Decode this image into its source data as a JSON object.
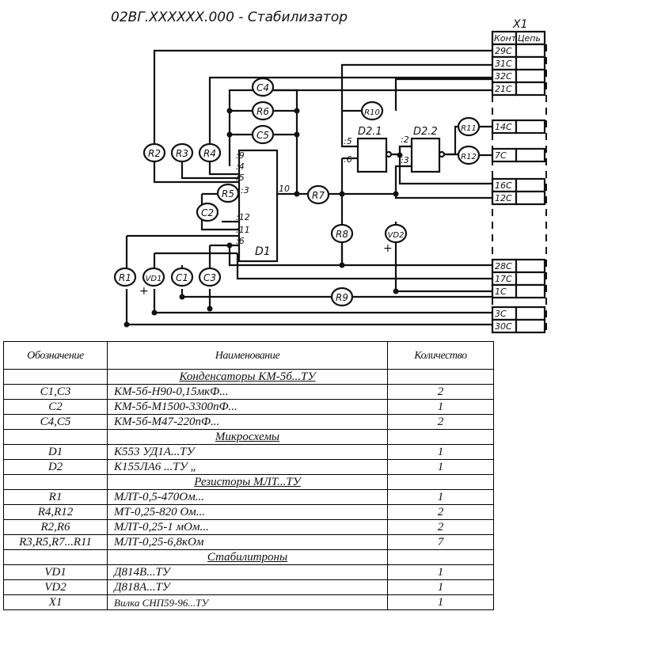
{
  "drawing": {
    "title": "02ВГ.XXXXXX.000 - Стабилизатор",
    "connector": {
      "ref": "X1",
      "col_contact": "Конт",
      "col_circuit": "Цепь",
      "pins": [
        "29С",
        "31С",
        "32С",
        "21С",
        "14С",
        "7С",
        "16С",
        "12С",
        "28С",
        "17С",
        "1С",
        "3С",
        "30С"
      ]
    },
    "components": {
      "r1": "R1",
      "r2": "R2",
      "r3": "R3",
      "r4": "R4",
      "r5": "R5",
      "r6": "R6",
      "r7": "R7",
      "r8": "R8",
      "r9": "R9",
      "r10": "R10",
      "r11": "R11",
      "r12": "R12",
      "c1": "C1",
      "c2": "C2",
      "c3": "C3",
      "c4": "C4",
      "c5": "C5",
      "vd1": "VD1",
      "vd2": "VD2",
      "d1": "D1",
      "d21": "D2.1",
      "d22": "D2.2"
    },
    "pin_numbers": {
      "d1_9": ":9",
      "d1_4": ":4",
      "d1_5": ":5",
      "d1_3": ":3",
      "d1_12": ":12",
      "d1_11": ":11",
      "d1_6": ":6",
      "d1_10": "10",
      "d21_5": ":5",
      "d21_6": ":6",
      "d22_2": ":2",
      "d22_3": ":3"
    },
    "plus_sign": "+"
  },
  "table": {
    "headers": {
      "designation": "Обозначение",
      "name": "Наименование",
      "quantity": "Количество"
    },
    "rows": [
      {
        "type": "group",
        "designation": "",
        "name": "Конденсаторы КМ-5б...ТУ",
        "quantity": ""
      },
      {
        "type": "item",
        "designation": "C1,C3",
        "name": "КМ-5б-Н90-0,15мкФ...",
        "quantity": "2"
      },
      {
        "type": "item",
        "designation": "C2",
        "name": "КМ-5б-М1500-3300пФ...",
        "quantity": "1"
      },
      {
        "type": "item",
        "designation": "C4,C5",
        "name": "КМ-5б-М47-220пФ...",
        "quantity": "2"
      },
      {
        "type": "group",
        "designation": "",
        "name": "Микросхемы",
        "quantity": ""
      },
      {
        "type": "item",
        "designation": "D1",
        "name": "К553 УД1А...ТУ",
        "quantity": "1"
      },
      {
        "type": "item",
        "designation": "D2",
        "name": "К155ЛА6 ...ТУ „",
        "quantity": "1"
      },
      {
        "type": "group",
        "designation": "",
        "name": "Резисторы МЛТ...ТУ",
        "quantity": ""
      },
      {
        "type": "item",
        "designation": "R1",
        "name": "МЛТ-0,5-470Ом...",
        "quantity": "1"
      },
      {
        "type": "item",
        "designation": "R4,R12",
        "name": "МТ-0,25-820 Ом...",
        "quantity": "2"
      },
      {
        "type": "item",
        "designation": "R2,R6",
        "name": "МЛТ-0,25-1 мОм...",
        "quantity": "2"
      },
      {
        "type": "item",
        "designation": "R3,R5,R7...R11",
        "name": "МЛТ-0,25-6,8кОм",
        "quantity": "7"
      },
      {
        "type": "group",
        "designation": "",
        "name": "Стабилитроны",
        "quantity": ""
      },
      {
        "type": "item",
        "designation": "VD1",
        "name": "Д814В...ТУ",
        "quantity": "1"
      },
      {
        "type": "item",
        "designation": "VD2",
        "name": "Д818А...ТУ",
        "quantity": "1"
      },
      {
        "type": "item",
        "designation": "X1",
        "name": "Вилка СНП59-96...ТУ",
        "quantity": "1"
      }
    ]
  }
}
